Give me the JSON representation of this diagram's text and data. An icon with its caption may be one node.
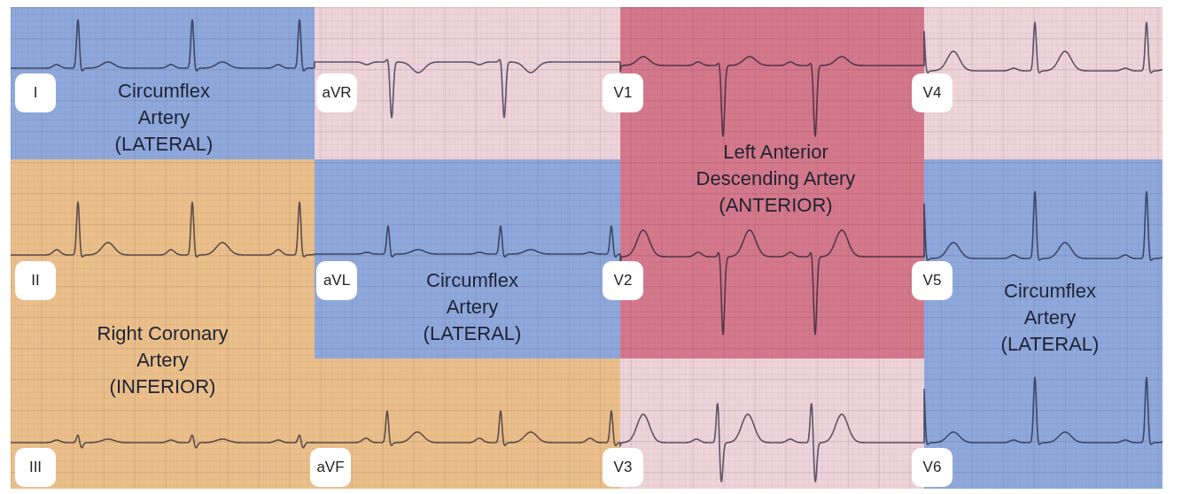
{
  "diagram": {
    "nodes": [
      {
        "text": [
          "Circumflex Artery (LATERAL)"
        ]
      },
      {
        "text": [],
        "shape": "box"
      },
      {
        "text": [
          "Left Anterior Descending Artery (ANTERIOR)"
        ]
      },
      {
        "text": [],
        "shape": "box"
      },
      {
        "text": [
          "Right Coronary Artery (INFERIOR)"
        ]
      },
      {
        "text": [
          "Circumflex Artery (LATERAL)"
        ]
      },
      {
        "text": [
          "Circumflex Artery (LATERAL)"
        ]
      },
      {
        "text": [],
        "shape": "box"
      },
      {
        "text": [
          "I"
        ],
        "in": 0
      },
      {
        "text": [
          "aVR"
        ],
        "in": 1
      },
      {
        "text": [
          "V1"
        ]
      },
      {
        "text": [
          "V4"
        ]
      },
      {
        "text": [
          "II"
        ],
        "in": 4
      },
      {
        "text": [
          "aVL"
        ],
        "in": 5
      },
      {
        "text": [
          "V2"
        ]
      },
      {
        "text": [
          "V5"
        ]
      },
      {
        "text": [
          "III"
        ],
        "in": 4
      },
      {
        "text": [
          "aVF"
        ],
        "in": 4
      },
      {
        "text": [
          "V3"
        ]
      },
      {
        "text": [
          "V6"
        ]
      }
    ]
  }
}
